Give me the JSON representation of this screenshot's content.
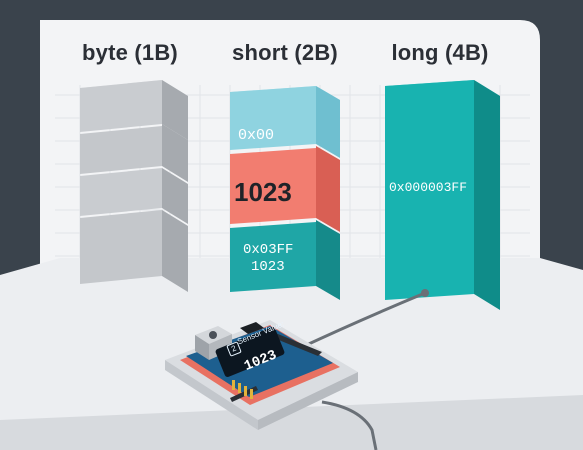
{
  "columns": [
    {
      "id": "byte",
      "label": "byte (1B)"
    },
    {
      "id": "short",
      "label": "short (2B)"
    },
    {
      "id": "long",
      "label": "long (4B)"
    }
  ],
  "short_block": {
    "top_value": "0x00",
    "mid_value": "1023",
    "bot_hex": "0x03FF",
    "bot_dec": "1023"
  },
  "long_block": {
    "value": "0x000003FF"
  },
  "device": {
    "screen_title": "Sensor Value:",
    "screen_value": "1023",
    "logo_glyph": "2"
  },
  "colors": {
    "background": "#3a434c",
    "panel": "#f3f4f6",
    "byte_block": "#c9ccd0",
    "short_top": "#8fd3e0",
    "short_mid": "#f27d70",
    "short_bot": "#1fa6a6",
    "long_block": "#18b3b0"
  },
  "icons": [
    "byte-stack-icon",
    "microcontroller-board-icon",
    "usb-port-icon",
    "cable-icon"
  ]
}
